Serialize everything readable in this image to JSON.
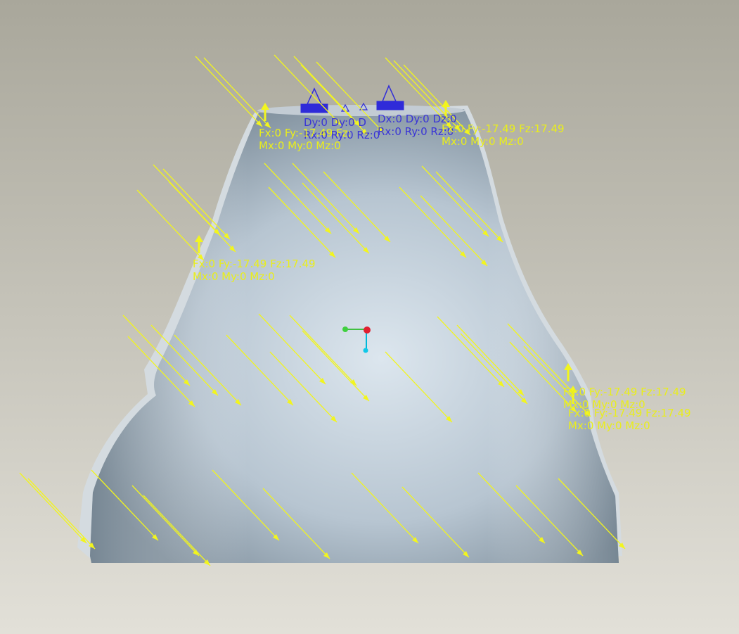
{
  "viewport": {
    "background_top": "#a9a79b",
    "background_bottom": "#e2e0d8",
    "model_color": "#b9c6d2",
    "load_color": "#f2f51e",
    "constraint_color": "#2f2bd9"
  },
  "constraints": [
    {
      "line1": "Dy:0 Dy:0 D",
      "line2": "Rx:0 Ry:0 Rz:0"
    },
    {
      "line1": "Dx:0 Dy:0 Dz:0",
      "line2": "Rx:0 Ry:0 Rz:0"
    }
  ],
  "loads": [
    {
      "line1": "Fx:0 Fy:-17.49 Fz:",
      "line2": "Mx:0 My:0 Mz:0"
    },
    {
      "line1": "Fx:0 Fy:-17.49 Fz:17.49",
      "line2": "Mx:0 My:0 Mz:0"
    },
    {
      "line1": "Fx:0 Fy:-17.49 Fz:17.49",
      "line2": "Mx:0 My:0 Mz:0"
    },
    {
      "line1": "Fx:0 Fy:-17.49 Fz:17.49",
      "line2": "Mx:0 My:0 Mz:0"
    },
    {
      "line1": "Fx:0 Fy:-17.49 Fz:17.49",
      "line2": "Mx:0 My:0 Mz:0"
    }
  ]
}
